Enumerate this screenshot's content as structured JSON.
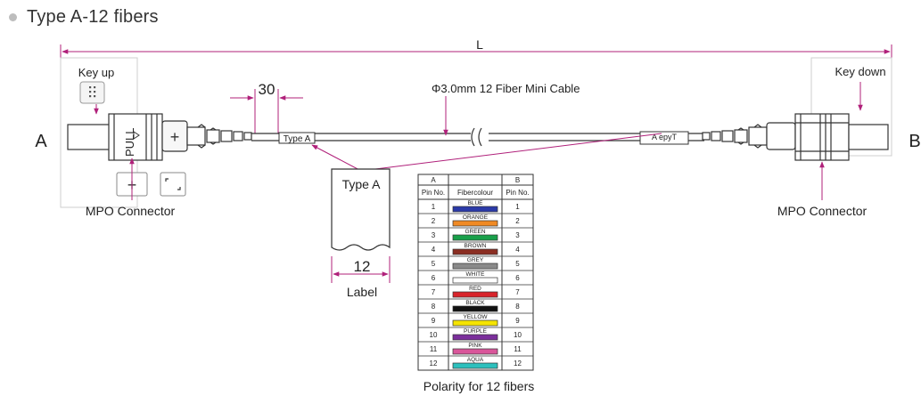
{
  "heading": {
    "title": "Type A-12  fibers"
  },
  "diagram": {
    "length_label": "L",
    "end_a": "A",
    "end_b": "B",
    "key_up": "Key up",
    "key_down": "Key down",
    "dimension_30": "30",
    "cable_spec": "Φ3.0mm  12 Fiber Mini Cable",
    "pull_text": "PULL",
    "label_tag_left": "Type A",
    "label_tag_right": "A epyT",
    "mpo_left": "MPO Connector",
    "mpo_right": "MPO Connector",
    "label_card_text": "Type A",
    "label_width": "12",
    "label_caption": "Label"
  },
  "polarity": {
    "header_a": "A",
    "header_b": "B",
    "col_pin_a": "Pin No.",
    "col_fiber": "Fibercolour",
    "col_pin_b": "Pin No.",
    "caption": "Polarity for 12 fibers",
    "rows": [
      {
        "pin_a": "1",
        "color_name": "BLUE",
        "color": "#2b3aa8",
        "pin_b": "1"
      },
      {
        "pin_a": "2",
        "color_name": "ORANGE",
        "color": "#f08a24",
        "pin_b": "2"
      },
      {
        "pin_a": "3",
        "color_name": "GREEN",
        "color": "#19a04a",
        "pin_b": "3"
      },
      {
        "pin_a": "4",
        "color_name": "BROWN",
        "color": "#8b2e22",
        "pin_b": "4"
      },
      {
        "pin_a": "5",
        "color_name": "GREY",
        "color": "#8a8a8a",
        "pin_b": "5"
      },
      {
        "pin_a": "6",
        "color_name": "WHITE",
        "color": "#ffffff",
        "pin_b": "6"
      },
      {
        "pin_a": "7",
        "color_name": "RED",
        "color": "#d8232a",
        "pin_b": "7"
      },
      {
        "pin_a": "8",
        "color_name": "BLACK",
        "color": "#111111",
        "pin_b": "8"
      },
      {
        "pin_a": "9",
        "color_name": "YELLOW",
        "color": "#f5e400",
        "pin_b": "9"
      },
      {
        "pin_a": "10",
        "color_name": "PURPLE",
        "color": "#7b2f9c",
        "pin_b": "10"
      },
      {
        "pin_a": "11",
        "color_name": "PINK",
        "color": "#d9569a",
        "pin_b": "11"
      },
      {
        "pin_a": "12",
        "color_name": "AQUA",
        "color": "#2cc0bd",
        "pin_b": "12"
      }
    ]
  },
  "colors": {
    "dimension": "#b0207a",
    "line": "#333333"
  }
}
